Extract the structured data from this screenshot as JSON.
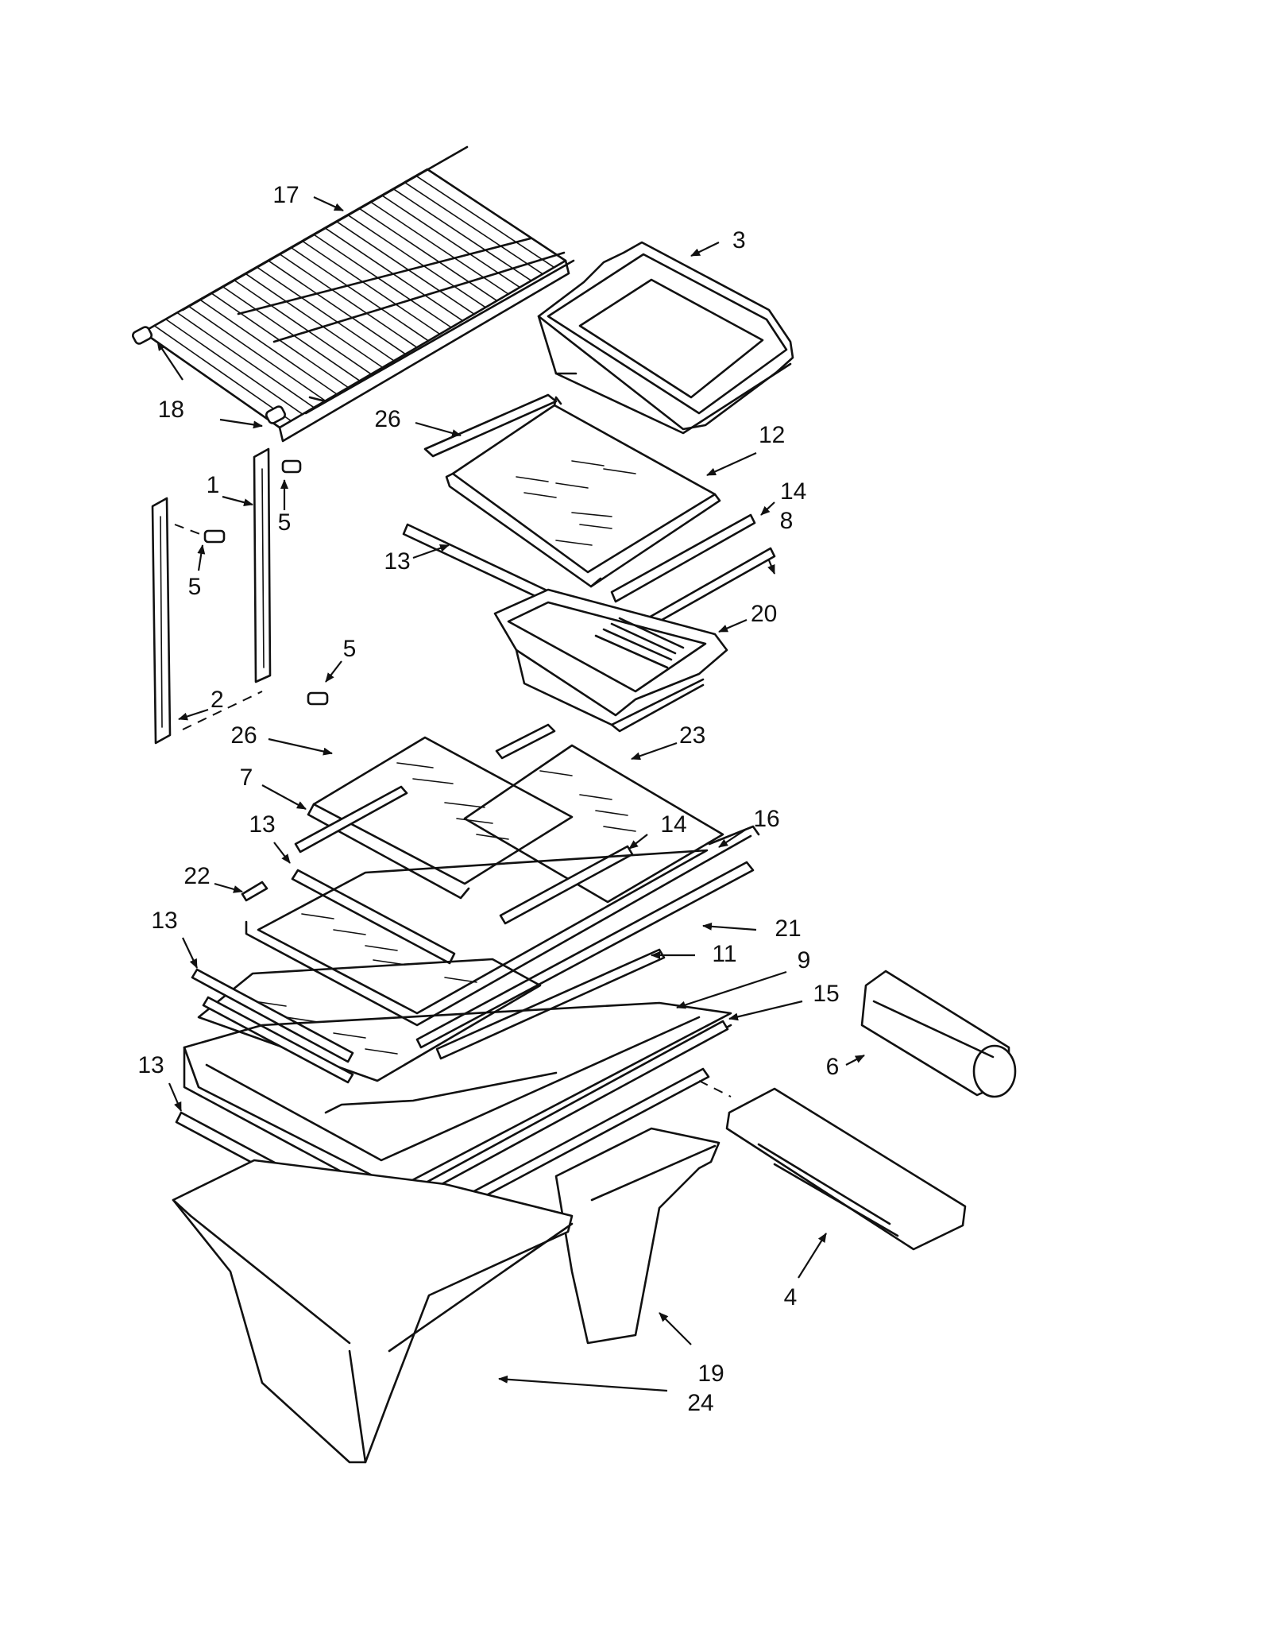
{
  "diagram": {
    "callouts": [
      "17",
      "3",
      "18",
      "26",
      "12",
      "1",
      "5",
      "14",
      "8",
      "13",
      "5",
      "20",
      "5",
      "2",
      "26",
      "23",
      "7",
      "13",
      "14",
      "16",
      "22",
      "21",
      "13",
      "11",
      "9",
      "15",
      "13",
      "6",
      "4",
      "19",
      "24"
    ]
  }
}
